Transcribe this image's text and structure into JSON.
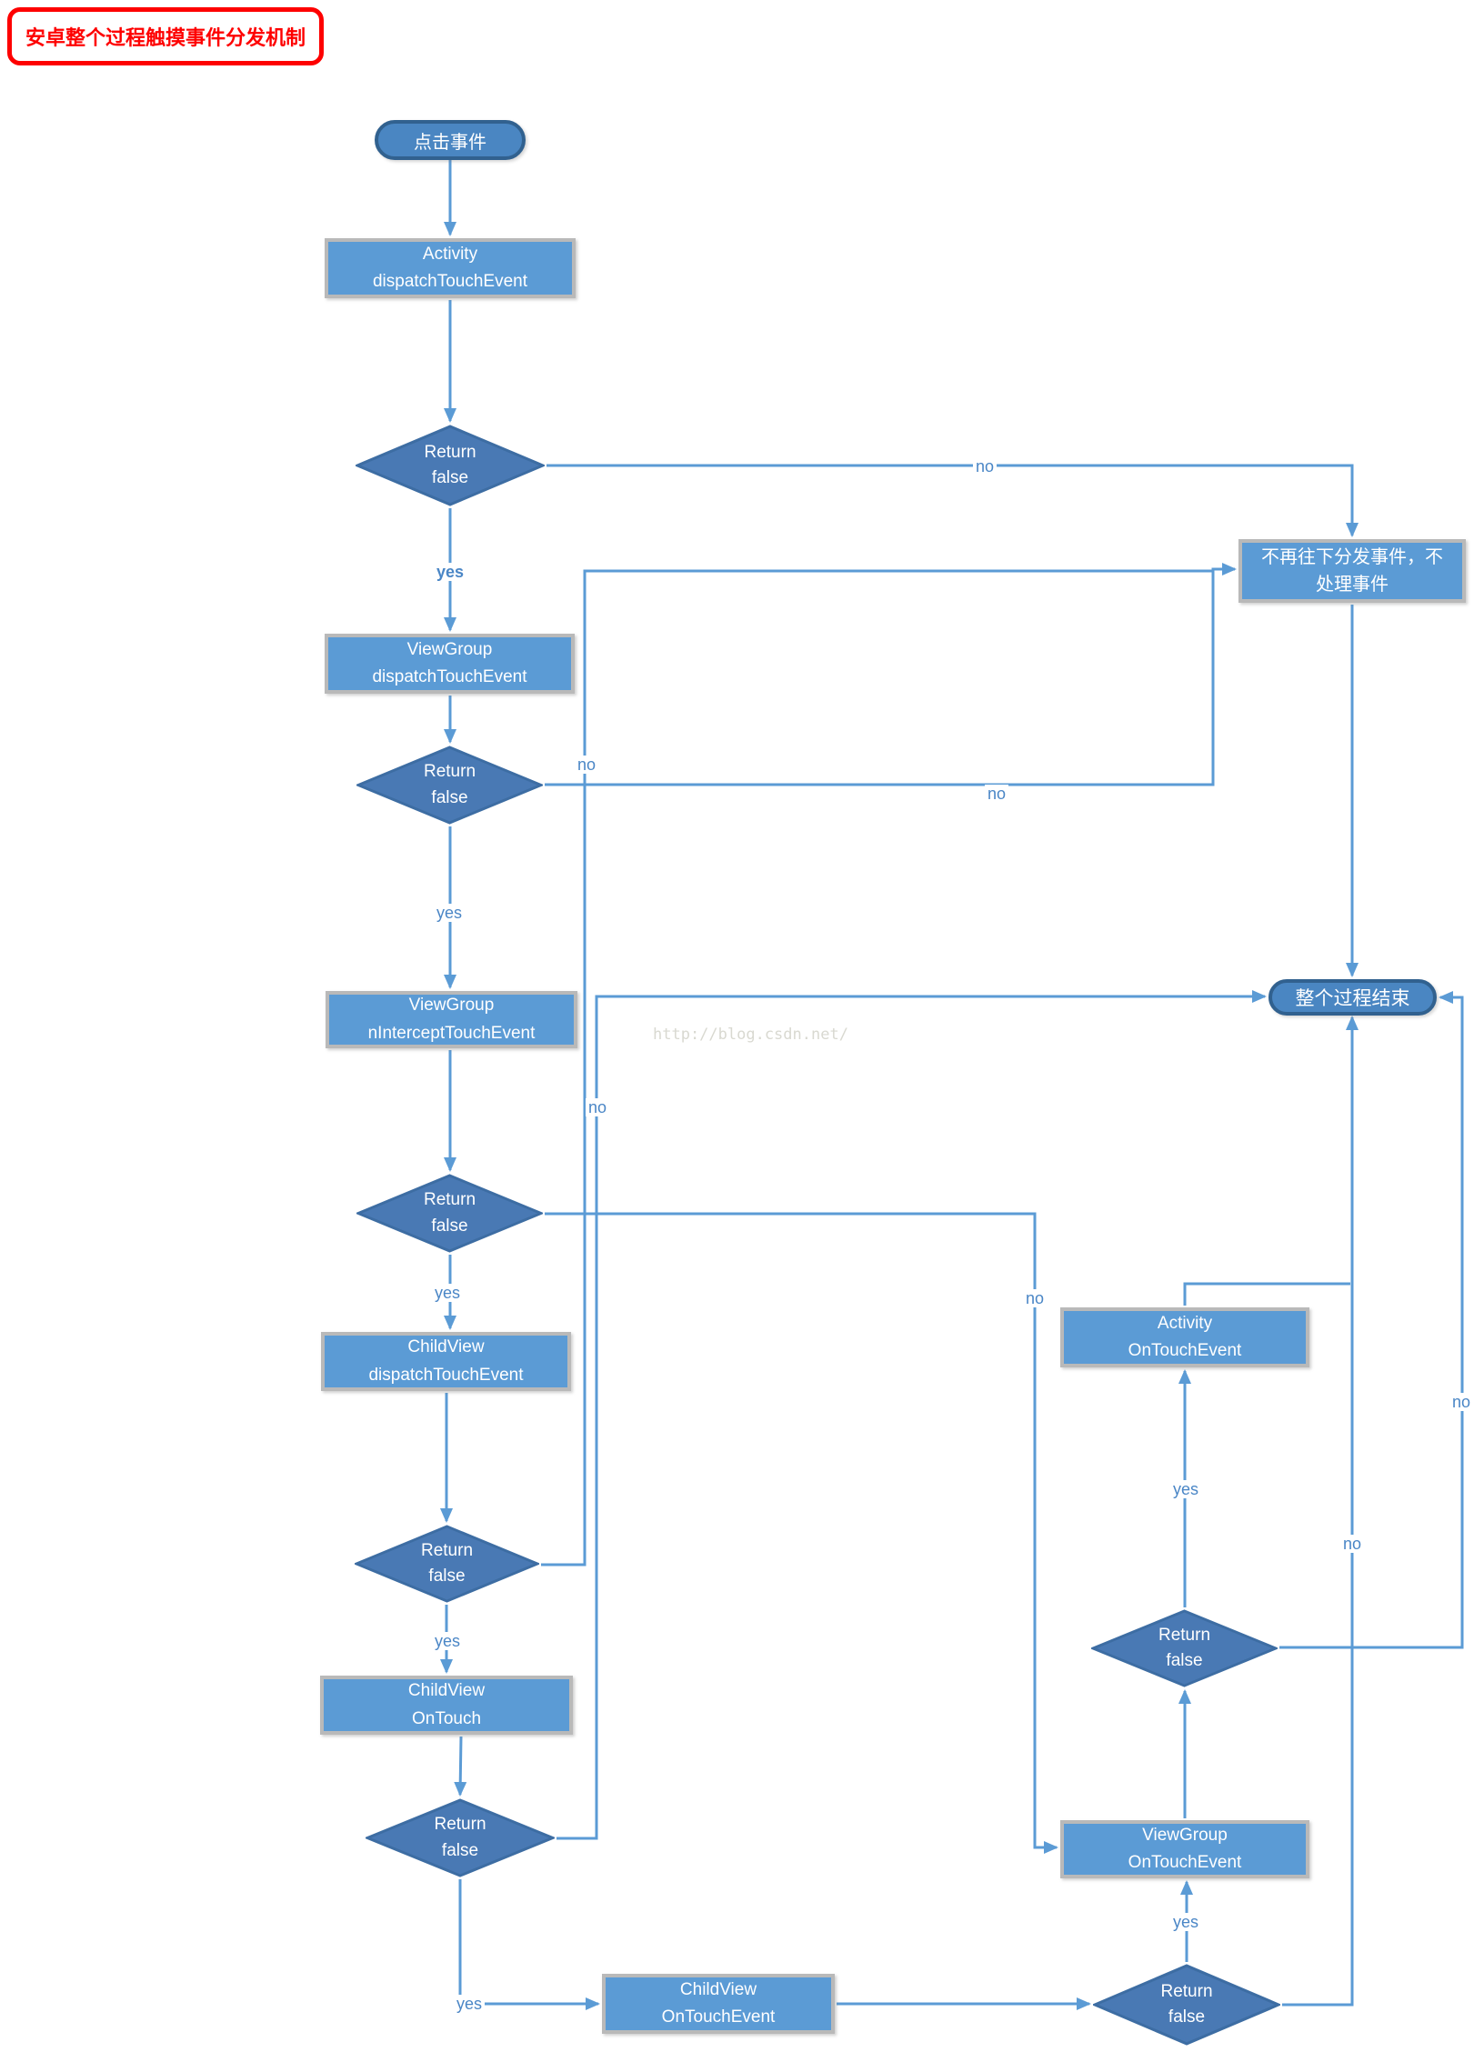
{
  "title": "安卓整个过程触摸事件分发机制",
  "watermark": "http://blog.csdn.net/",
  "colors": {
    "line": "#5B9BD5",
    "rect_fill": "#5B9BD5",
    "rect_border": "#B9B9B9",
    "diamond_fill": "#4979B4",
    "diamond_border": "#3D6DA3",
    "pill_fill": "#4A86C2",
    "pill_border": "#31618F",
    "title_red": "#FE0000",
    "label_blue": "#4A86C6"
  },
  "nodes": {
    "start": {
      "label": "点击事件"
    },
    "activity_dispatch": {
      "label": "Activity\ndispatchTouchEvent"
    },
    "d1": {
      "label": "Return\nfalse"
    },
    "viewgroup_dispatch": {
      "label": "ViewGroup\ndispatchTouchEvent"
    },
    "d2": {
      "label": "Return\nfalse"
    },
    "viewgroup_intercept": {
      "label": "ViewGroup\nnInterceptTouchEvent"
    },
    "d3": {
      "label": "Return\nfalse"
    },
    "childview_dispatch": {
      "label": "ChildView\ndispatchTouchEvent"
    },
    "d4": {
      "label": "Return\nfalse"
    },
    "childview_ontouch": {
      "label": "ChildView\nOnTouch"
    },
    "d5": {
      "label": "Return\nfalse"
    },
    "childview_ontouchevent": {
      "label": "ChildView\nOnTouchEvent"
    },
    "d6": {
      "label": "Return\nfalse"
    },
    "viewgroup_ontouchevent": {
      "label": "ViewGroup\nOnTouchEvent"
    },
    "d7": {
      "label": "Return\nfalse"
    },
    "activity_ontouchevent": {
      "label": "Activity\nOnTouchEvent"
    },
    "no_dispatch_box": {
      "label": "不再往下分发事件，不\n处理事件"
    },
    "end": {
      "label": "整个过程结束"
    }
  },
  "labels": {
    "d1_no": "no",
    "d1_yes": "yes",
    "d2_no": "no",
    "d2_yes": "yes",
    "d3_no": "no",
    "d3_yes": "yes",
    "d4_no": "no",
    "d4_yes": "yes",
    "d5_no": "no",
    "d5_yes": "yes",
    "d6_no": "no",
    "d6_yes": "yes",
    "d7_no": "no",
    "d7_yes": "yes"
  }
}
